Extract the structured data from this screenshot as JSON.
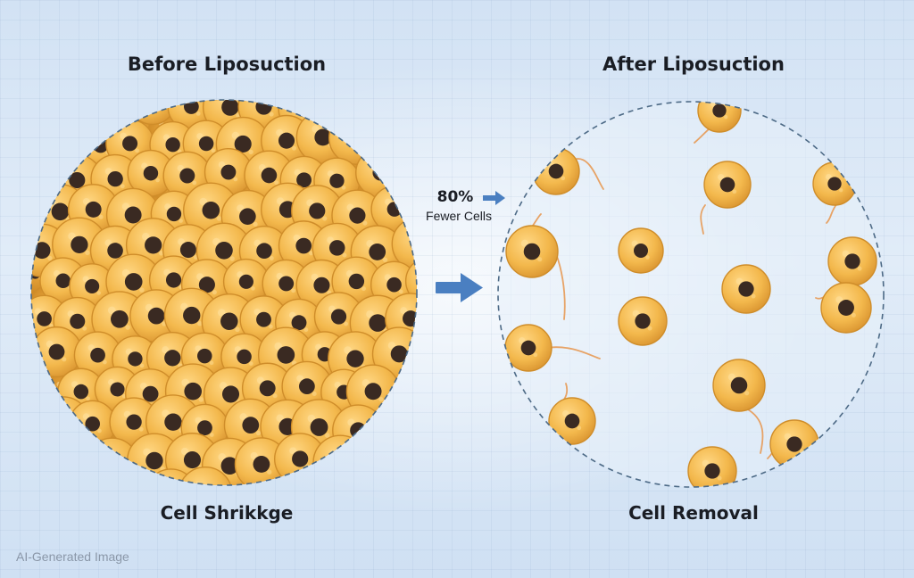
{
  "before": {
    "title": "Before Liposuction",
    "caption": "Cell Shrikkge"
  },
  "after": {
    "title": "After Liposuction",
    "caption": "Cell Removal"
  },
  "stat": {
    "value": "80%",
    "label": "Fewer Cells"
  },
  "watermark": "AI-Generated Image",
  "colors": {
    "cell_fill": "#f2b84b",
    "cell_edge": "#d8962e",
    "nucleus": "#3a2a22",
    "arrow": "#4a7fc1",
    "circle_outline": "#4d6a86",
    "fiber": "#e79a55"
  },
  "icons": {
    "main_arrow": "arrow-right-icon",
    "stat_arrow": "small-arrow-right-icon"
  }
}
